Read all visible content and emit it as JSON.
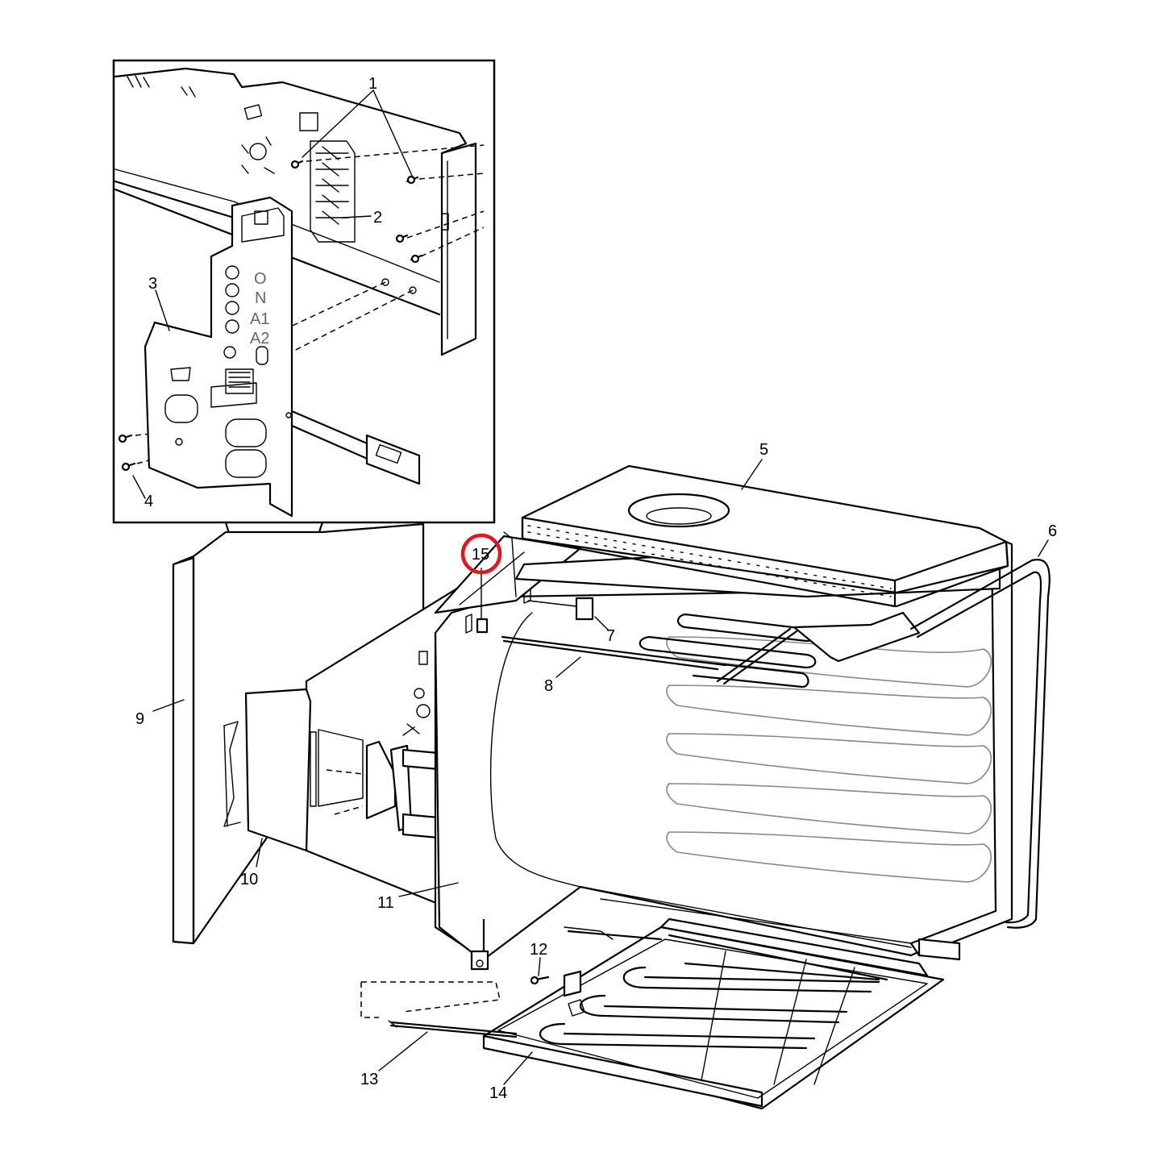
{
  "diagram": {
    "callouts": [
      {
        "id": "1",
        "text": "1"
      },
      {
        "id": "2",
        "text": "2"
      },
      {
        "id": "3",
        "text": "3"
      },
      {
        "id": "4",
        "text": "4"
      },
      {
        "id": "5",
        "text": "5"
      },
      {
        "id": "6",
        "text": "6"
      },
      {
        "id": "7",
        "text": "7"
      },
      {
        "id": "8",
        "text": "8"
      },
      {
        "id": "9",
        "text": "9"
      },
      {
        "id": "10",
        "text": "10"
      },
      {
        "id": "11",
        "text": "11"
      },
      {
        "id": "12",
        "text": "12"
      },
      {
        "id": "13",
        "text": "13"
      },
      {
        "id": "14",
        "text": "14"
      },
      {
        "id": "15",
        "text": "15"
      }
    ],
    "highlighted_callout": "15",
    "highlight_color": "#e8141b",
    "terminal_markings": [
      "N",
      "A1",
      "A2"
    ]
  }
}
